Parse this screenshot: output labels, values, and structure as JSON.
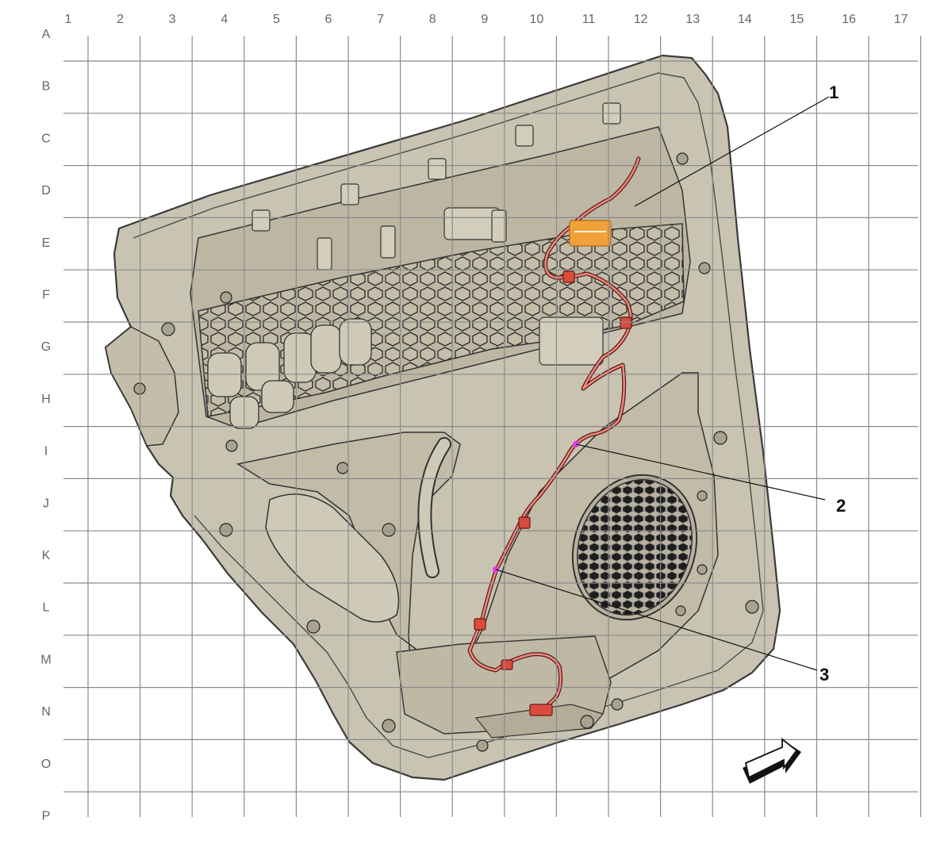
{
  "grid": {
    "columns": [
      "1",
      "2",
      "3",
      "4",
      "5",
      "6",
      "7",
      "8",
      "9",
      "10",
      "11",
      "12",
      "13",
      "14",
      "15",
      "16",
      "17"
    ],
    "rows": [
      "A",
      "B",
      "C",
      "D",
      "E",
      "F",
      "G",
      "H",
      "I",
      "J",
      "K",
      "L",
      "M",
      "N",
      "O",
      "P"
    ]
  },
  "callouts": [
    {
      "id": "callout-1",
      "label": "1"
    },
    {
      "id": "callout-2",
      "label": "2"
    },
    {
      "id": "callout-3",
      "label": "3"
    }
  ],
  "colors": {
    "panel_fill": "#c9c3b2",
    "panel_stroke": "#3a3a3a",
    "panel_dark": "#b3ac98",
    "grid_line": "#8a8a8a",
    "harness": "#d94c3d",
    "harness_highlight": "#f0a13a",
    "marker": "#e23be8"
  },
  "icons": {
    "orientation_arrow": "forward-arrow-icon",
    "speaker_grille": "speaker-grille-icon"
  }
}
